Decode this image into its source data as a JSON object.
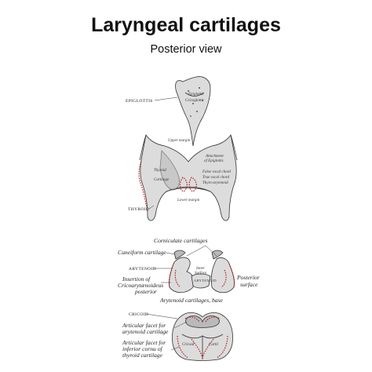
{
  "title": "Laryngeal cartilages",
  "subtitle": "Posterior view",
  "labels": {
    "epiglottis": "EPIGLOTTIS",
    "epiglottis_inner_1": "Epiglottis",
    "epiglottis_inner_2": "Cricoglottic",
    "thyroid": "THYROID",
    "thyroid_inner": "Thyroid",
    "thyroid_inner_2": "Cartilage",
    "upper_margin": "Upper margin",
    "lower_margin": "Lower margin",
    "attachment_epiglottis_1": "Attachment",
    "attachment_epiglottis_2": "of Epiglottis",
    "false_vocal_chord": "False vocal chord",
    "true_vocal_chord": "True vocal chord",
    "thyro_arytenoid": "Thyro-arytenoid",
    "corniculate": "Corniculate cartilages",
    "cuneiform": "Cuneiform cartilage",
    "arytenoid": "ARYTENOID",
    "insertion_1": "Insertion of",
    "insertion_2": "Cricoarytænoideus",
    "insertion_3": "posterior",
    "inner_surface_1": "Inner",
    "inner_surface_2": "Surface",
    "posterior_surface_1": "Posterior",
    "posterior_surface_2": "surface",
    "arytenoid_base": "Arytenoid cartilages, base",
    "arytenoid_inner": "ARYTENOID",
    "cricoid": "CRICOID",
    "articular_arytenoid_1": "Articular facet for",
    "articular_arytenoid_2": "arytenoid cartilage",
    "articular_thyroid_1": "Articular facet for",
    "articular_thyroid_2": "inferior cornu of",
    "articular_thyroid_3": "thyroid cartilage",
    "cricoid_inner_left": "Cricoid",
    "cricoid_inner_right": "Cartil"
  },
  "colors": {
    "facet_outline": "#b01818",
    "cartilage_fill": "#dcdcdc",
    "ink": "#333333"
  }
}
